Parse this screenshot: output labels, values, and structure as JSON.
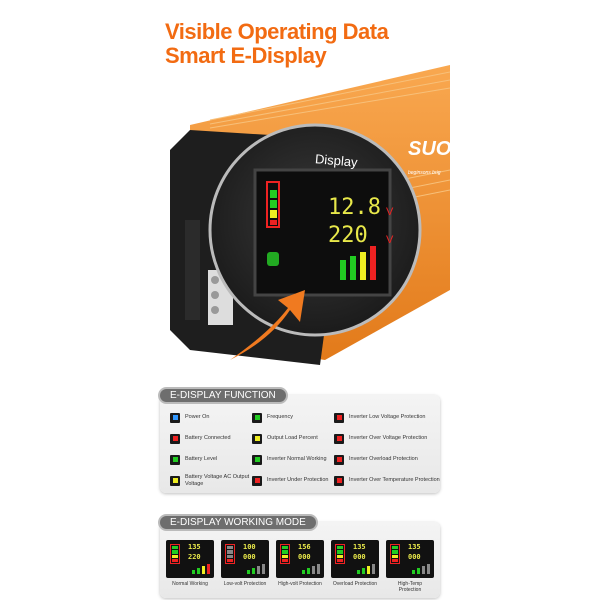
{
  "title": {
    "line1": "Visible Operating Data",
    "line2": "Smart E-Display"
  },
  "product": {
    "display_label": "Display",
    "brand": "SUO",
    "tagline": "beginsons brig",
    "readout_battery": "12.8",
    "readout_ac": "220",
    "unit": "V"
  },
  "function_panel": {
    "heading": "E-DISPLAY FUNCTION",
    "items": [
      {
        "label": "Power On",
        "icon": "power-icon"
      },
      {
        "label": "Frequency",
        "icon": "frequency-icon"
      },
      {
        "label": "Inverter Low Voltage Protection",
        "icon": "low-voltage-icon"
      },
      {
        "label": "Battery Connected",
        "icon": "battery-icon"
      },
      {
        "label": "Output Load Percent",
        "icon": "load-bars-icon"
      },
      {
        "label": "Inverter Over Voltage Protection",
        "icon": "over-voltage-icon"
      },
      {
        "label": "Battery Level",
        "icon": "battery-level-icon"
      },
      {
        "label": "Inverter Normal Working",
        "icon": "shield-green-icon"
      },
      {
        "label": "Inverter Overload Protection",
        "icon": "overload-icon"
      },
      {
        "label": "Battery Voltage AC Output Voltage",
        "icon": "voltage-digits-icon"
      },
      {
        "label": "Inverter Under Protection",
        "icon": "shield-red-icon"
      },
      {
        "label": "Inverter Over Temperature Protection",
        "icon": "temperature-icon"
      }
    ]
  },
  "mode_panel": {
    "heading": "E-DISPLAY WORKING MODE",
    "modes": [
      {
        "label": "Normal Working",
        "top": "135",
        "bottom": "220",
        "colors": [
          "#2c2",
          "#2c2",
          "#ee2",
          "#e22"
        ]
      },
      {
        "label": "Low-volt Protection",
        "top": "100",
        "bottom": "000",
        "colors": [
          "#888",
          "#888",
          "#888",
          "#e22"
        ]
      },
      {
        "label": "High-volt Protection",
        "top": "156",
        "bottom": "000",
        "colors": [
          "#2c2",
          "#2c2",
          "#ee2",
          "#e22"
        ]
      },
      {
        "label": "Overload Protection",
        "top": "135",
        "bottom": "000",
        "colors": [
          "#2c2",
          "#2c2",
          "#ee2",
          "#e22"
        ]
      },
      {
        "label": "High-Temp Protection",
        "top": "135",
        "bottom": "000",
        "colors": [
          "#2c2",
          "#2c2",
          "#ee2",
          "#e22"
        ]
      }
    ]
  }
}
